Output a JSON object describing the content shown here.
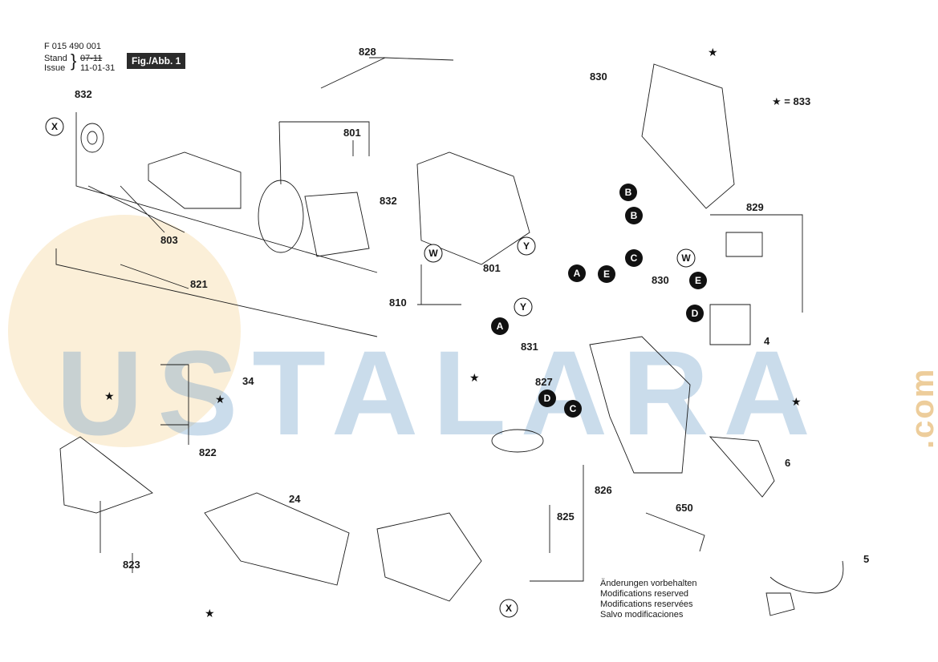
{
  "header": {
    "doc_number": "F 015 490 001",
    "stand_label": "Stand",
    "stand_value": "07-11",
    "issue_label": "Issue",
    "issue_value": "11-01-31",
    "figure_label": "Fig./Abb. 1"
  },
  "star_legend": "= 833",
  "watermark": {
    "brand": "USTALARA",
    "suffix": ".com"
  },
  "part_labels": [
    "828",
    "830",
    "832",
    "801",
    "832",
    "803",
    "821",
    "810",
    "801",
    "830",
    "829",
    "34",
    "827",
    "822",
    "831",
    "4",
    "826",
    "825",
    "650",
    "6",
    "24",
    "823",
    "5"
  ],
  "connector_tags": [
    "B",
    "B",
    "C",
    "E",
    "A",
    "W",
    "Y",
    "W",
    "E",
    "D",
    "A",
    "Y",
    "D",
    "C"
  ],
  "x_markers": [
    "X",
    "X"
  ],
  "notice": [
    "Änderungen vorbehalten",
    "Modifications reserved",
    "Modifications reservées",
    "Salvo modificaciones"
  ],
  "colors": {
    "watermark_blue": "#6b9cc8",
    "watermark_orange": "#e8b15a",
    "tag_fill": "#111111"
  }
}
